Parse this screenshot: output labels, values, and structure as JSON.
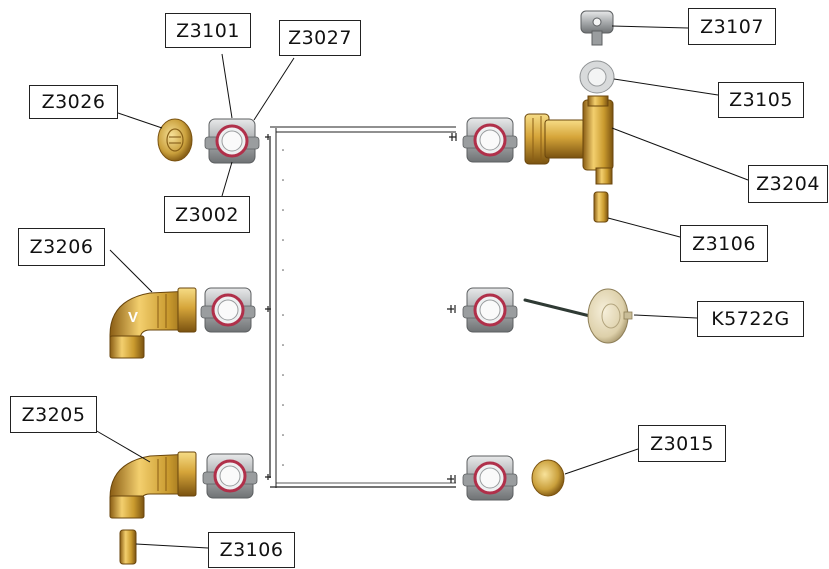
{
  "labels": {
    "z3101": "Z3101",
    "z3027": "Z3027",
    "z3026": "Z3026",
    "z3002": "Z3002",
    "z3206": "Z3206",
    "z3205": "Z3205",
    "z3106_bottom": "Z3106",
    "z3107": "Z3107",
    "z3105": "Z3105",
    "z3204": "Z3204",
    "z3106_right": "Z3106",
    "k5722g": "K5722G",
    "z3015": "Z3015"
  },
  "elbow_mark": "V",
  "colors": {
    "brass_light": "#f3cf6e",
    "brass": "#c99a2e",
    "brass_dark": "#7a5210",
    "clamp_grey": "#b7b9bb",
    "clamp_dark": "#6f7274",
    "ring_red": "#b0304a",
    "probe": "#2f3a34",
    "cap_beige": "#e6dcc0"
  }
}
